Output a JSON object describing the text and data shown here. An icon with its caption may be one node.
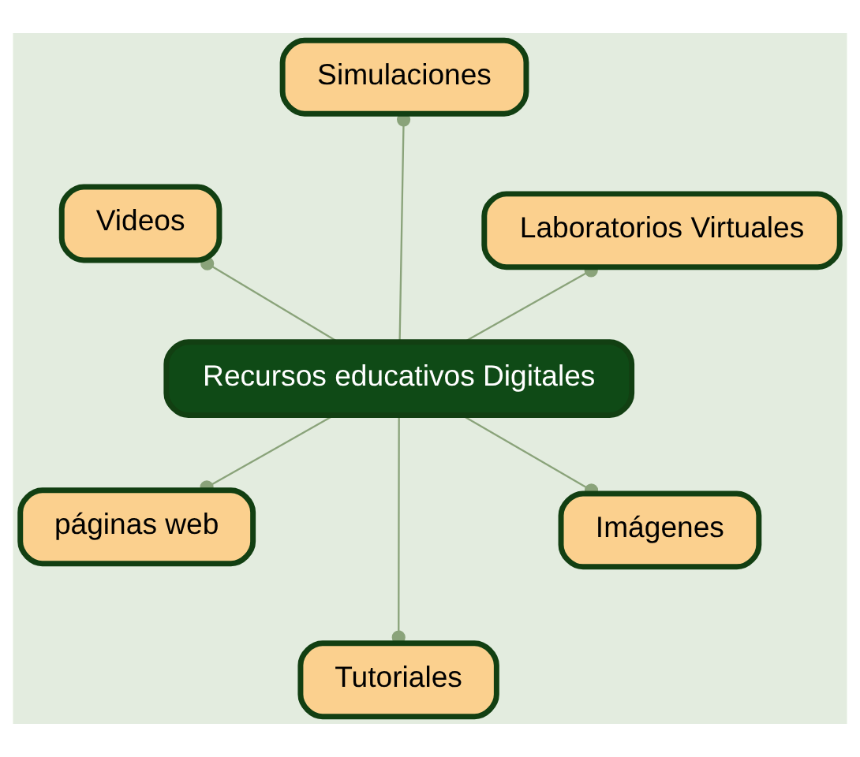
{
  "diagram": {
    "nodes": [
      {
        "text": [
          "Recursos educativos Digitales"
        ]
      },
      {
        "text": [
          "Imágenes"
        ]
      },
      {
        "text": [
          "Tutoriales"
        ]
      },
      {
        "text": [
          "Videos"
        ]
      },
      {
        "text": [
          "Laboratorios Virtuales"
        ]
      },
      {
        "text": [
          "Simulaciones"
        ]
      },
      {
        "text": [
          "páginas web"
        ]
      }
    ],
    "edges": [
      {
        "from": 0,
        "to": 1,
        "arrow": "other"
      },
      {
        "from": 0,
        "to": 2,
        "arrow": "other"
      },
      {
        "from": 0,
        "to": 3,
        "arrow": "other"
      },
      {
        "from": 0,
        "to": 4,
        "arrow": "other"
      },
      {
        "from": 0,
        "to": 5,
        "arrow": "other"
      },
      {
        "from": 0,
        "to": 6,
        "arrow": "other"
      }
    ]
  }
}
